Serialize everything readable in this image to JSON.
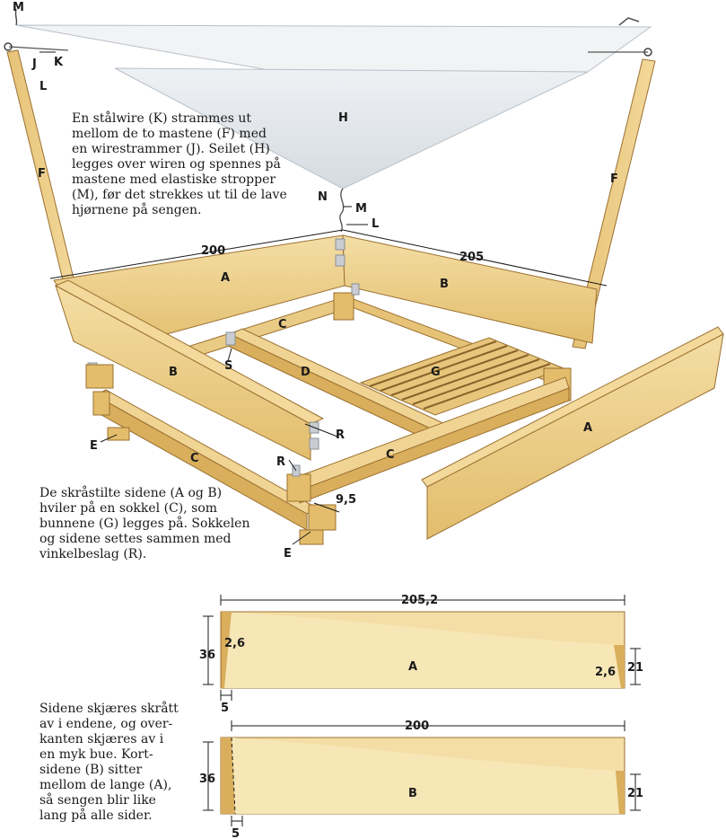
{
  "notes": {
    "wire": "En stålwire (K) strammes ut\nmellom de to mastene (F) med\nen wirestrammer (J). Seilet (H)\nlegges over wiren og spennes på\nmastene med elastiske stropper\n(M), før det strekkes ut til de lave\nhjørnene på sengen.",
    "frame": "De skråstilte sidene (A og B)\nhviler på en sokkel (C), som\nbunnene (G) legges på. Sokkelen\nog sidene settes sammen med\nvinkelbeslag (R).",
    "cut": "Sidene skjæres skrått\nav i endene, og over-\nkanten skjæres av i\nen myk bue. Kort-\nsidene (B) sitter\nmellom de lange (A),\nså sengen blir like\nlang på alle sider."
  },
  "labels": {
    "M_top": "M",
    "J": "J",
    "K": "K",
    "L_left": "L",
    "H": "H",
    "F_left": "F",
    "F_right": "F",
    "N": "N",
    "M_mid": "M",
    "L_mid": "L",
    "A_back": "A",
    "B_back": "B",
    "C_back": "C",
    "S": "S",
    "B_front": "B",
    "D": "D",
    "G": "G",
    "R_right": "R",
    "E_left": "E",
    "C_left": "C",
    "C_front": "C",
    "R_front": "R",
    "A_front": "A",
    "E_front": "E"
  },
  "dimensions": {
    "back_long": "200",
    "back_short": "205",
    "foot_width": "9,5",
    "panelA": {
      "length": "205,2",
      "height": "36",
      "angle_left": "2,6",
      "angle_right": "2,6",
      "end_height": "21",
      "offset": "5",
      "letter": "A"
    },
    "panelB": {
      "length": "200",
      "height": "36",
      "end_height": "21",
      "offset": "5",
      "letter": "B"
    }
  },
  "colors": {
    "wood_light": "#f2d99a",
    "wood_mid": "#e3bd6b",
    "wood_dark": "#b88a3e",
    "wood_edge": "#8a6228",
    "sail": "#e4e8ec",
    "sail_shadow": "#cfd5db",
    "metal": "#c9cdd1"
  }
}
